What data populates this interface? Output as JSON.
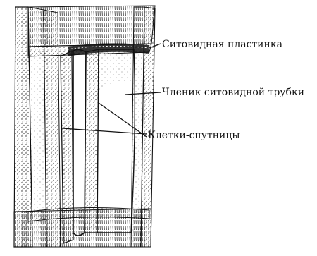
{
  "diagram": {
    "labels": {
      "sieve_plate": "Ситовидная пластинка",
      "sieve_tube_member": "Членик ситовидной трубки",
      "companion_cells": "Клетки-спутницы"
    }
  }
}
